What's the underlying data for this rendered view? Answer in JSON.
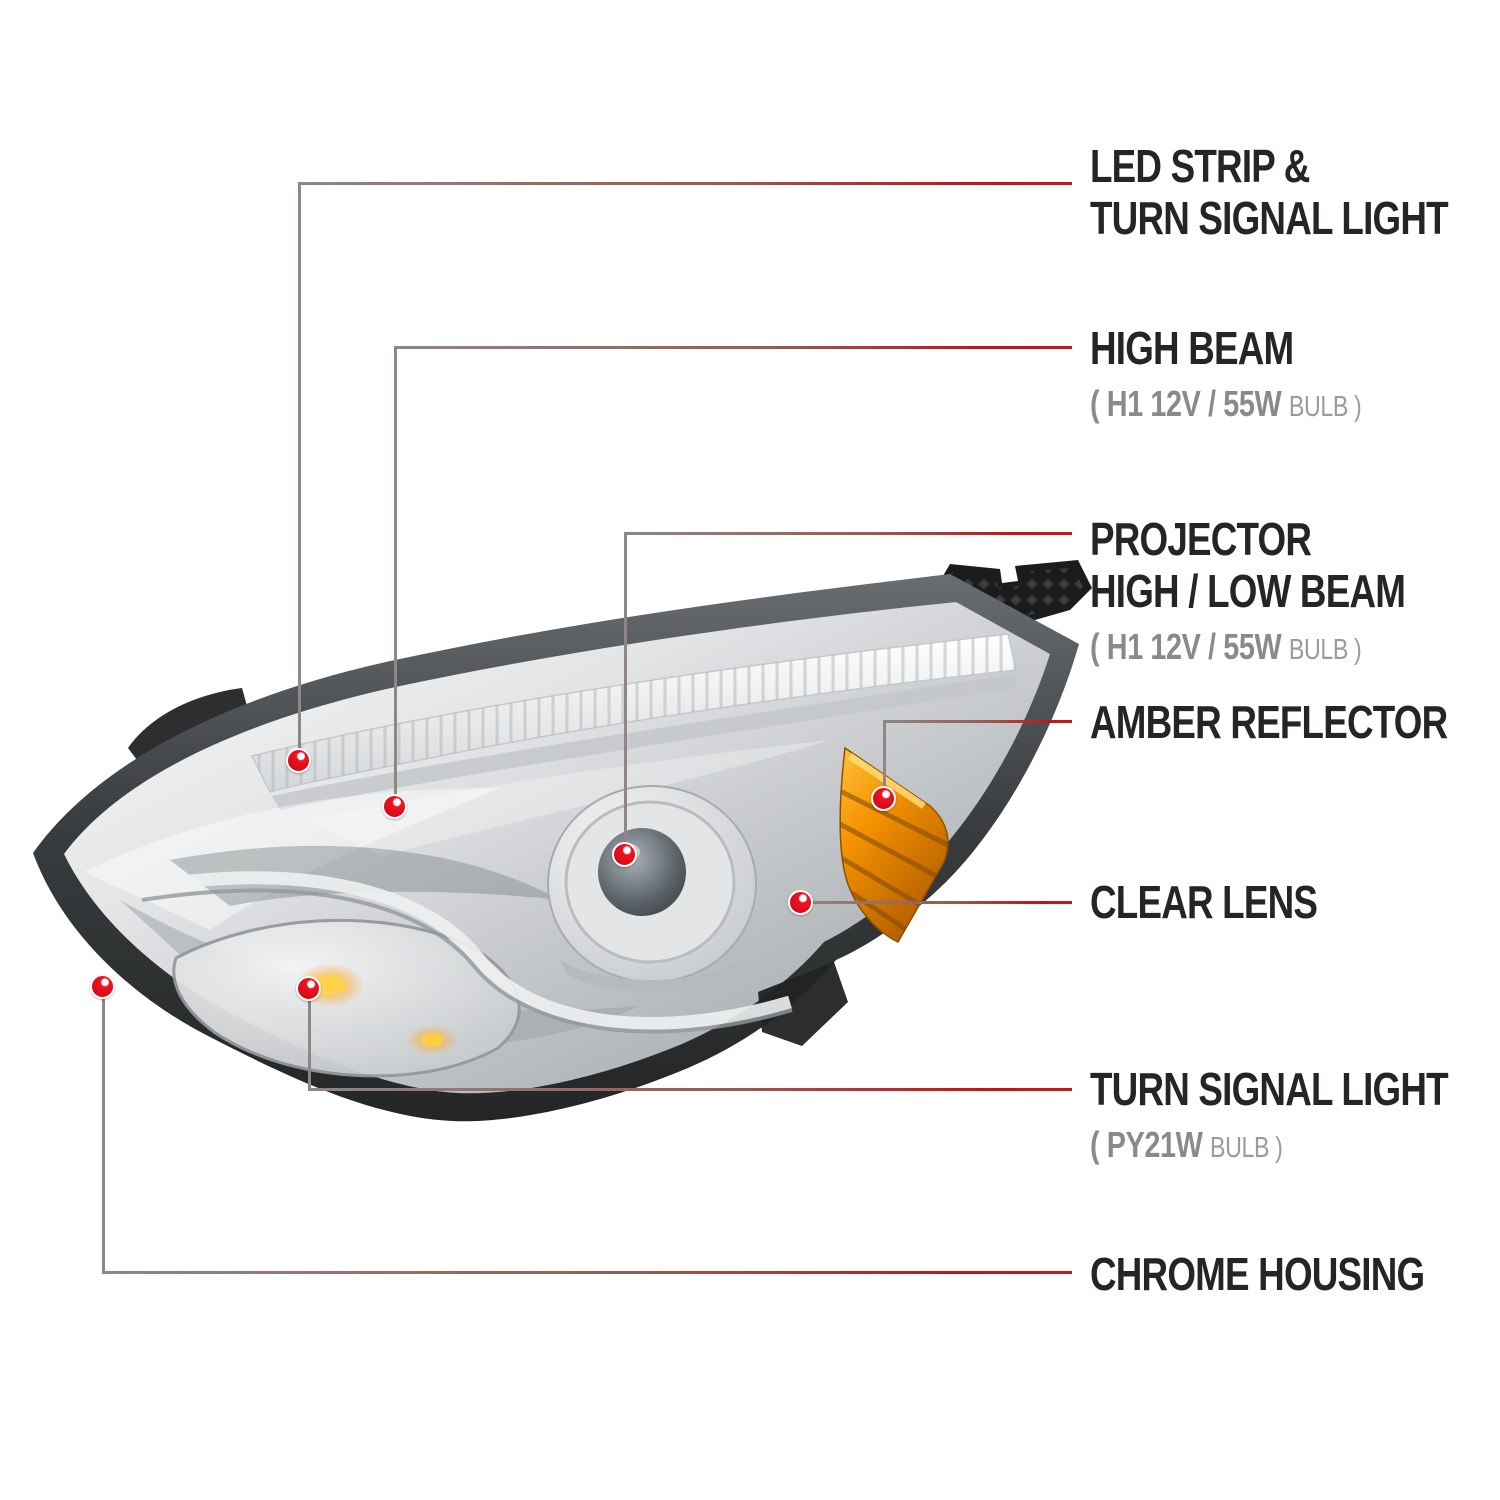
{
  "figure": {
    "type": "product-callout-diagram",
    "subject": "chrome projector headlight",
    "background": "#ffffff",
    "accent_red": "#c0151b",
    "line_gray": "#8e8687",
    "text_black": "#272425",
    "text_gray": "#8c8c8c",
    "dot_marker": "red-dot-icon"
  },
  "callouts": [
    {
      "id": "led-strip-turn-signal",
      "lines": [
        "LED STRIP &",
        "TURN SIGNAL LIGHT"
      ]
    },
    {
      "id": "high-beam",
      "lines": [
        "HIGH BEAM"
      ],
      "spec": {
        "bold": "( H1  12V / 55W",
        "light": "BULB )"
      }
    },
    {
      "id": "projector-high-low-beam",
      "lines": [
        "PROJECTOR",
        "HIGH / LOW BEAM"
      ],
      "spec": {
        "bold": "( H1  12V / 55W",
        "light": "BULB )"
      }
    },
    {
      "id": "amber-reflector",
      "lines": [
        "AMBER REFLECTOR"
      ]
    },
    {
      "id": "clear-lens",
      "lines": [
        "CLEAR LENS"
      ]
    },
    {
      "id": "turn-signal-light",
      "lines": [
        "TURN SIGNAL LIGHT"
      ],
      "spec": {
        "bold": "( PY21W",
        "light": "BULB )"
      }
    },
    {
      "id": "chrome-housing",
      "lines": [
        "CHROME HOUSING"
      ]
    }
  ]
}
